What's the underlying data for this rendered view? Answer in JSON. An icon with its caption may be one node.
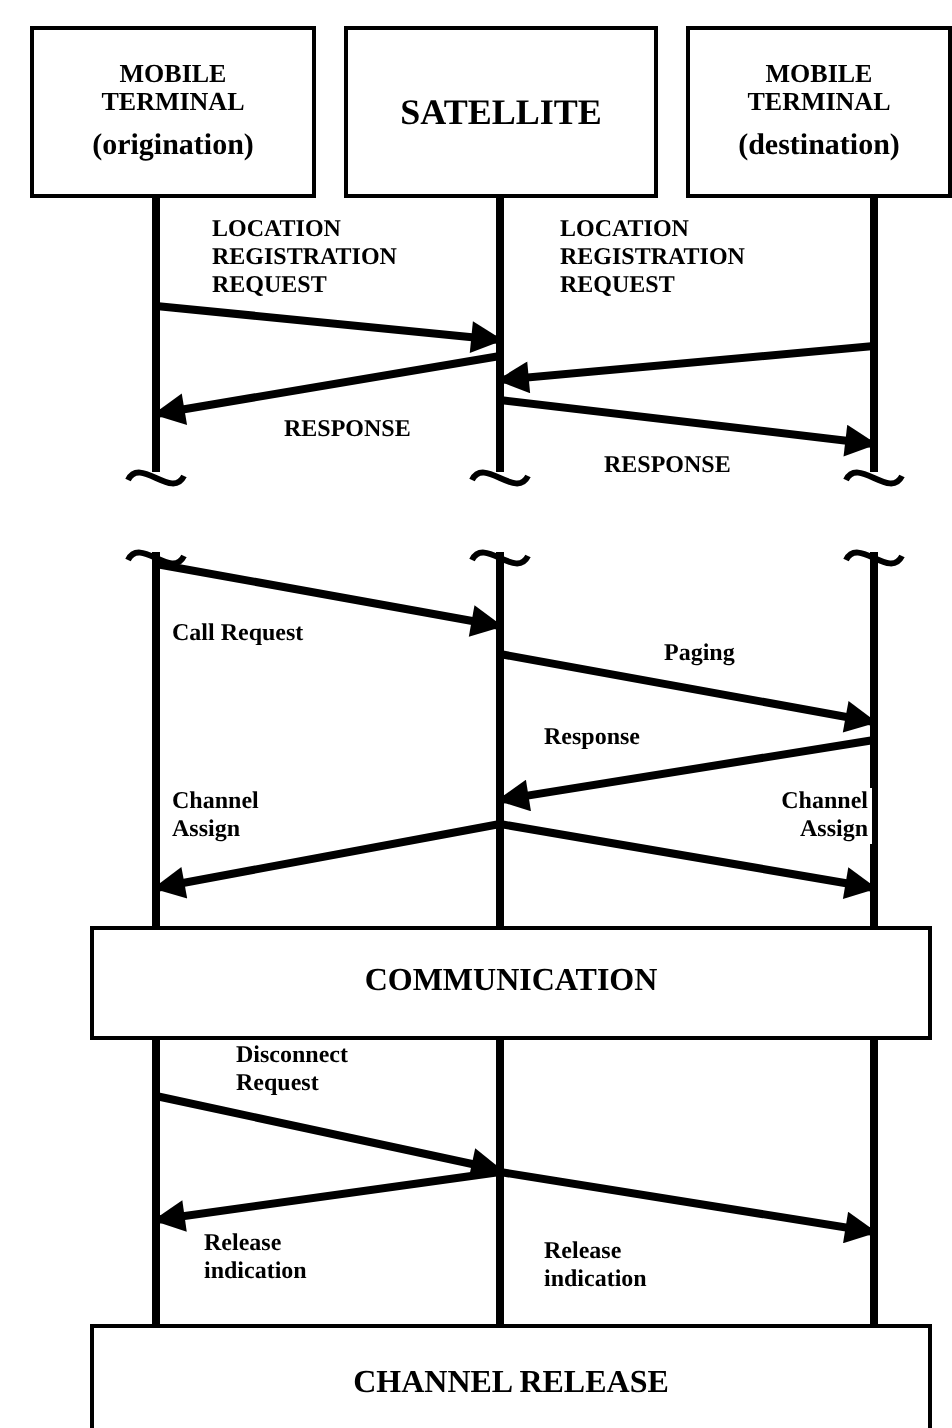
{
  "diagram": {
    "nodes": [
      {
        "text": [
          "MOBILE TERMINAL",
          "(origination)"
        ]
      },
      {
        "text": [
          "SATELLITE"
        ]
      },
      {
        "text": [
          "MOBILE TERMINAL",
          "(destination)"
        ]
      },
      {
        "text": [
          "COMMUNICATION"
        ]
      },
      {
        "text": [
          "CHANNEL RELEASE"
        ]
      }
    ],
    "edges": [
      {
        "from": 0,
        "to": 1,
        "arrow": "to",
        "label": "LOCATION REGISTRATION REQUEST"
      },
      {
        "from": 2,
        "to": 1,
        "arrow": "to",
        "label": "LOCATION REGISTRATION REQUEST"
      },
      {
        "from": 1,
        "to": 0,
        "arrow": "to",
        "label": "RESPONSE"
      },
      {
        "from": 1,
        "to": 2,
        "arrow": "to",
        "label": "RESPONSE"
      },
      {
        "from": 0,
        "to": 1,
        "arrow": "to",
        "label": "Call Request"
      },
      {
        "from": 1,
        "to": 2,
        "arrow": "to",
        "label": "Paging"
      },
      {
        "from": 2,
        "to": 1,
        "arrow": "to",
        "label": "Response"
      },
      {
        "from": 1,
        "to": 0,
        "arrow": "to",
        "label": "Channel Assign"
      },
      {
        "from": 1,
        "to": 2,
        "arrow": "to",
        "label": "Channel Assign"
      },
      {
        "from": 0,
        "to": 1,
        "arrow": "to",
        "label": "Disconnect Request"
      },
      {
        "from": 1,
        "to": 0,
        "arrow": "to",
        "label": "Release indication"
      },
      {
        "from": 1,
        "to": 2,
        "arrow": "to",
        "label": "Release indication"
      }
    ]
  }
}
